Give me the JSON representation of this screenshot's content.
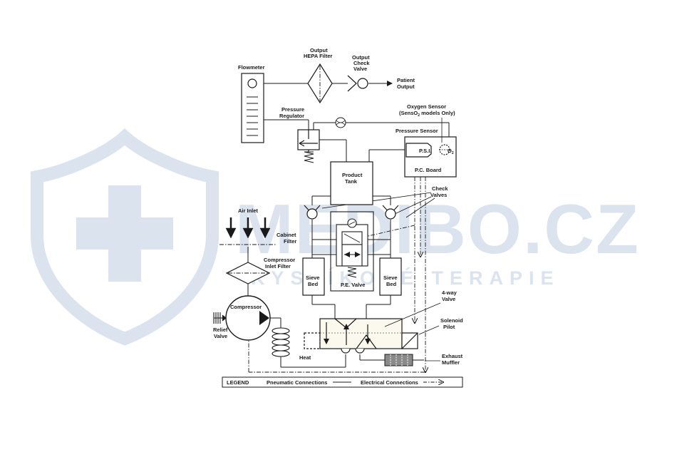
{
  "watermark": {
    "brand": "MEDIBO.CZ",
    "tagline": "KYSLÍKOVÉ TERAPIE",
    "color": "#d5deeb"
  },
  "colors": {
    "line": "#1a1a1a",
    "muffler": "#8a8a8a",
    "valve_fill": "#fbf8ee"
  },
  "labels": {
    "output_hepa_filter_1": "Output",
    "output_hepa_filter_2": "HEPA Filter",
    "output_check_valve_1": "Output",
    "output_check_valve_2": "Check",
    "output_check_valve_3": "Valve",
    "patient_output_1": "Patient",
    "patient_output_2": "Output",
    "flowmeter": "Flowmeter",
    "pressure_regulator_1": "Pressure",
    "pressure_regulator_2": "Regulator",
    "oxygen_sensor_1": "Oxygen Sensor",
    "oxygen_sensor_2a": "(SensO",
    "oxygen_sensor_2sub": "2",
    "oxygen_sensor_2b": " models Only)",
    "pressure_sensor": "Pressure Sensor",
    "psi": "P.S.I.",
    "o2": "O",
    "o2_sub": "2",
    "pc_board": "P.C. Board",
    "product_tank_1": "Product",
    "product_tank_2": "Tank",
    "check_valves_1": "Check",
    "check_valves_2": "Valves",
    "air_inlet": "Air Inlet",
    "cabinet_filter_1": "Cabinet",
    "cabinet_filter_2": "Filter",
    "compressor_inlet_filter_1": "Compressor",
    "compressor_inlet_filter_2": "Inlet Filter",
    "sieve_bed_left_1": "Sieve",
    "sieve_bed_left_2": "Bed",
    "sieve_bed_right_1": "Sieve",
    "sieve_bed_right_2": "Bed",
    "pe_valve": "P.E. Valve",
    "compressor": "Compressor",
    "relief_valve_1": "Relief",
    "relief_valve_2": "Valve",
    "heat": "Heat",
    "four_way_valve_1": "4-way",
    "four_way_valve_2": "Valve",
    "solenoid_pilot_1": "Solenoid",
    "solenoid_pilot_2": "Pilot",
    "exhaust_muffler_1": "Exhaust",
    "exhaust_muffler_2": "Muffler"
  },
  "legend": {
    "title": "LEGEND",
    "pneumatic": "Pneumatic Connections",
    "electrical": "Electrical Connections"
  }
}
